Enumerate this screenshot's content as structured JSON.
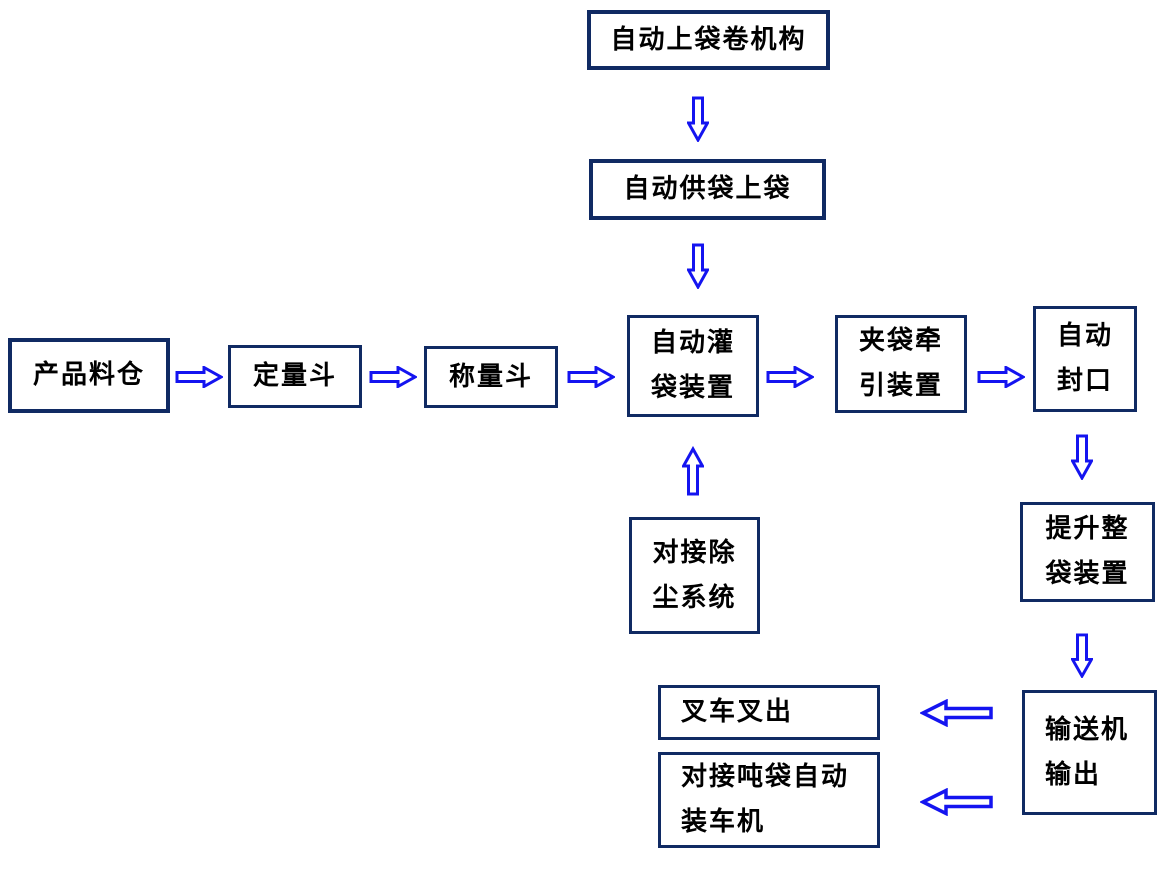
{
  "diagram": {
    "type": "flowchart",
    "nodes": {
      "bag_roll_mechanism": {
        "label": "自动上袋卷机构"
      },
      "bag_supply_loading": {
        "label": "自动供袋上袋"
      },
      "product_silo": {
        "label": "产品料仓"
      },
      "quantitative_hopper": {
        "label": "定量斗"
      },
      "weighing_hopper": {
        "label": "称量斗"
      },
      "auto_filling_device": {
        "label": [
          "自动灌",
          "袋装置"
        ]
      },
      "bag_clamp_traction": {
        "label": [
          "夹袋牵",
          "引装置"
        ]
      },
      "auto_sealing": {
        "label": [
          "自动",
          "封口"
        ]
      },
      "dust_removal_system": {
        "label": [
          "对接除",
          "尘系统"
        ]
      },
      "bag_lifting_device": {
        "label": [
          "提升整",
          "袋装置"
        ]
      },
      "conveyor_output": {
        "label": [
          "输送机",
          "输出"
        ]
      },
      "forklift_out": {
        "label": "叉车叉出"
      },
      "ton_bag_truck_loader": {
        "label": [
          "对接吨袋自动",
          "装车机"
        ]
      }
    },
    "connections": [
      {
        "from": "bag_roll_mechanism",
        "to": "bag_supply_loading",
        "direction": "down"
      },
      {
        "from": "bag_supply_loading",
        "to": "auto_filling_device",
        "direction": "down"
      },
      {
        "from": "product_silo",
        "to": "quantitative_hopper",
        "direction": "right"
      },
      {
        "from": "quantitative_hopper",
        "to": "weighing_hopper",
        "direction": "right"
      },
      {
        "from": "weighing_hopper",
        "to": "auto_filling_device",
        "direction": "right"
      },
      {
        "from": "auto_filling_device",
        "to": "bag_clamp_traction",
        "direction": "right"
      },
      {
        "from": "bag_clamp_traction",
        "to": "auto_sealing",
        "direction": "right"
      },
      {
        "from": "dust_removal_system",
        "to": "auto_filling_device",
        "direction": "up"
      },
      {
        "from": "auto_sealing",
        "to": "bag_lifting_device",
        "direction": "down"
      },
      {
        "from": "bag_lifting_device",
        "to": "conveyor_output",
        "direction": "down"
      },
      {
        "from": "conveyor_output",
        "to": "forklift_out",
        "direction": "left"
      },
      {
        "from": "conveyor_output",
        "to": "ton_bag_truck_loader",
        "direction": "left"
      }
    ],
    "colors": {
      "box_border": "#102a63",
      "arrow": "#1414f0",
      "text": "#000000",
      "background": "#ffffff"
    }
  }
}
